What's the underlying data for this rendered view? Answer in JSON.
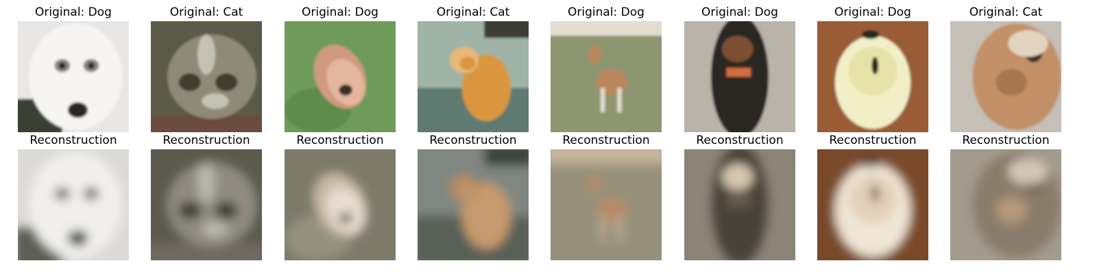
{
  "figure": {
    "columns": [
      {
        "original_title": "Original: Dog",
        "reconstruction_title": "Reconstruction",
        "original_image": {
          "subject": "white-dog-face-closeup",
          "palette": [
            "#e9e7e5",
            "#f6f5f3",
            "#2b2623",
            "#8c8580",
            "#3a3f35"
          ]
        },
        "reconstruction_image": {
          "subject": "blurry-white-dog-face",
          "palette": [
            "#dcdad6",
            "#f0efec",
            "#3b3a36",
            "#8d8478",
            "#5d5f55"
          ]
        }
      },
      {
        "original_title": "Original: Cat",
        "reconstruction_title": "Reconstruction",
        "original_image": {
          "subject": "tabby-cat-face",
          "palette": [
            "#5a5a46",
            "#8f8a78",
            "#c4c2b4",
            "#3f3d2e",
            "#6b4c3e"
          ]
        },
        "reconstruction_image": {
          "subject": "blurry-gray-cat",
          "palette": [
            "#5c5a4e",
            "#8f8b80",
            "#b9b7ae",
            "#3e3c33",
            "#6e6a60"
          ]
        }
      },
      {
        "original_title": "Original: Dog",
        "reconstruction_title": "Reconstruction",
        "original_image": {
          "subject": "small-dog-on-grass",
          "palette": [
            "#6e9b5a",
            "#5d8c4b",
            "#e3b69d",
            "#cf9a80",
            "#3b2c2c"
          ]
        },
        "reconstruction_image": {
          "subject": "blurry-dog-shape",
          "palette": [
            "#7d7a6a",
            "#94907f",
            "#e6ddd0",
            "#c8b9a4",
            "#5c584b"
          ]
        }
      },
      {
        "original_title": "Original: Cat",
        "reconstruction_title": "Reconstruction",
        "original_image": {
          "subject": "orange-cat-on-ledge",
          "palette": [
            "#9fb4a6",
            "#5f7a70",
            "#d9963e",
            "#e9b876",
            "#3b3c35"
          ]
        },
        "reconstruction_image": {
          "subject": "blurry-orange-cat",
          "palette": [
            "#7f8780",
            "#586058",
            "#c69a6c",
            "#b88a5e",
            "#3d423d"
          ]
        }
      },
      {
        "original_title": "Original: Dog",
        "reconstruction_title": "Reconstruction",
        "original_image": {
          "subject": "brown-dog-on-lawn",
          "palette": [
            "#8e9670",
            "#7b8662",
            "#b8875c",
            "#e2dcd1",
            "#3f3f35"
          ]
        },
        "reconstruction_image": {
          "subject": "blurry-dog-on-lawn",
          "palette": [
            "#96907a",
            "#8a846d",
            "#b58b66",
            "#c5b59b",
            "#3a3730"
          ]
        }
      },
      {
        "original_title": "Original: Dog",
        "reconstruction_title": "Reconstruction",
        "original_image": {
          "subject": "dark-dog-with-collar",
          "palette": [
            "#b9b3aa",
            "#a49d94",
            "#2b2623",
            "#7b5032",
            "#d06d3c"
          ]
        },
        "reconstruction_image": {
          "subject": "blurry-dark-dog",
          "palette": [
            "#8b8477",
            "#a8a195",
            "#4a4337",
            "#d5c7ae",
            "#6d6556"
          ]
        }
      },
      {
        "original_title": "Original: Dog",
        "reconstruction_title": "Reconstruction",
        "original_image": {
          "subject": "fluffy-white-dog",
          "palette": [
            "#9a5c36",
            "#6f4b2a",
            "#f2efc7",
            "#e6e3a8",
            "#2a2721"
          ]
        },
        "reconstruction_image": {
          "subject": "blurry-white-dog",
          "palette": [
            "#7a4a2a",
            "#a56d43",
            "#f1e6d6",
            "#e3d0b9",
            "#3a2e25"
          ]
        }
      },
      {
        "original_title": "Original: Cat",
        "reconstruction_title": "Reconstruction",
        "original_image": {
          "subject": "ginger-cat-portrait",
          "palette": [
            "#c4c0b6",
            "#c39068",
            "#a5764f",
            "#3e3328",
            "#e3d4c0"
          ]
        },
        "reconstruction_image": {
          "subject": "blurry-cat-portrait",
          "palette": [
            "#a39b8e",
            "#8a7c6a",
            "#b59a7c",
            "#4d4236",
            "#d1c6b6"
          ]
        }
      }
    ]
  }
}
